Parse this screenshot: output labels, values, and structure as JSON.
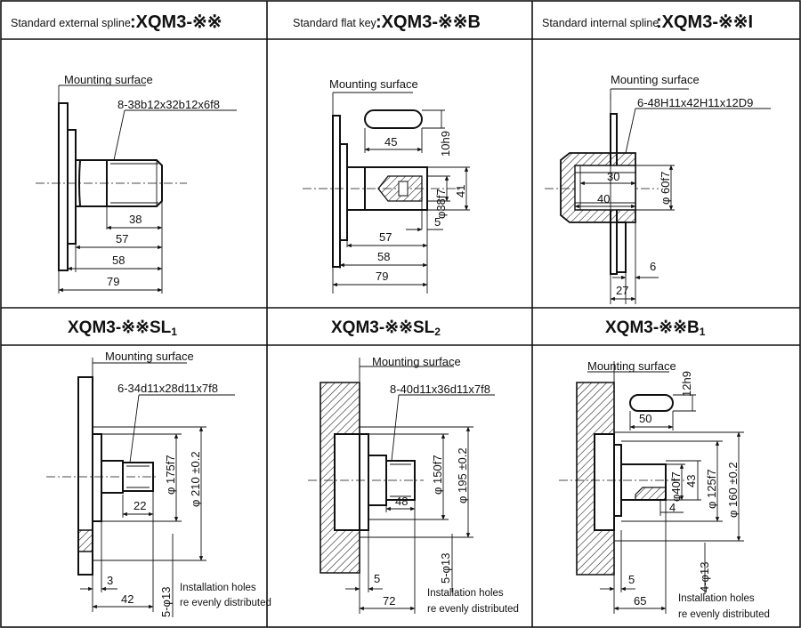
{
  "panels": [
    {
      "caption_prefix": "Standard external spline",
      "model": ":XQM3-※※",
      "mount": "Mounting surface",
      "spline": "8-38b12x32b12x6f8",
      "dims": [
        "38",
        "57",
        "58",
        "79"
      ]
    },
    {
      "caption_prefix": "Standard flat key",
      "model": ":XQM3-※※B",
      "mount": "Mounting surface",
      "dims": [
        "45",
        "10h9",
        "φ38f7",
        "41",
        "57",
        "5",
        "58",
        "79"
      ]
    },
    {
      "caption_prefix": "Standard internal spline",
      "model": ":XQM3-※※I",
      "mount": "Mounting surface",
      "spline": "6-48H11x42H11x12D9",
      "dims": [
        "30",
        "40",
        "φ 60f7",
        "6",
        "27"
      ]
    },
    {
      "model": "XQM3-※※SL",
      "model_sub": "1",
      "mount": "Mounting surface",
      "spline": "6-34d11x28d11x7f8",
      "dims": [
        "φ 175f7",
        "φ 210 ±0.2",
        "22",
        "3",
        "42",
        "5-φ13"
      ],
      "note1": "Installation holes",
      "note2": "re evenly distributed"
    },
    {
      "model": "XQM3-※※SL",
      "model_sub": "2",
      "mount": "Mounting surface",
      "spline": "8-40d11x36d11x7f8",
      "dims": [
        "48",
        "φ 150f7",
        "φ 195 ±0.2",
        "5-φ13",
        "5",
        "72"
      ],
      "note1": "Installation holes",
      "note2": "re evenly distributed"
    },
    {
      "model": "XQM3-※※B",
      "model_sub": "1",
      "mount": "Mounting surface",
      "dims": [
        "12h9",
        "50",
        "φ40f7",
        "43",
        "φ 125f7",
        "φ 160 ±0.2",
        "4",
        "4-φ13",
        "5",
        "65"
      ],
      "note1": "Installation holes",
      "note2": "re evenly distributed"
    }
  ]
}
